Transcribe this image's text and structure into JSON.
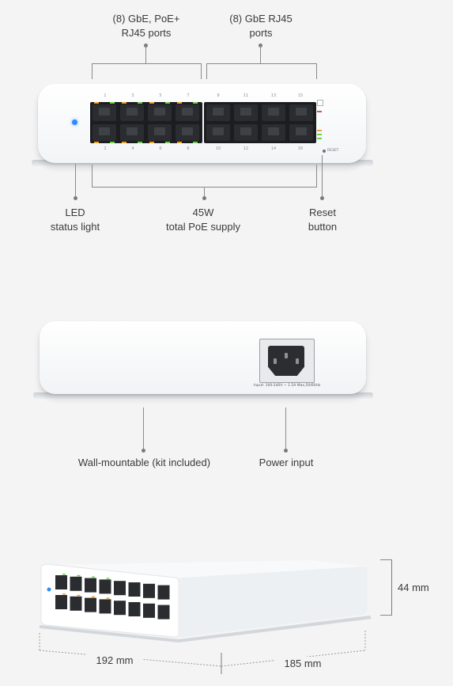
{
  "callouts": {
    "poe_ports": "(8) GbE, PoE+\nRJ45 ports",
    "rj45_ports": "(8) GbE RJ45\nports",
    "led": "LED\nstatus light",
    "poe_supply": "45W\ntotal PoE supply",
    "reset": "Reset\nbutton",
    "wall_mount": "Wall-mountable (kit included)",
    "power_input": "Power input"
  },
  "device_front": {
    "top_port_numbers": [
      "1",
      "3",
      "5",
      "7",
      "9",
      "11",
      "13",
      "15"
    ],
    "bottom_port_numbers": [
      "2",
      "4",
      "6",
      "8",
      "10",
      "12",
      "14",
      "16"
    ],
    "reset_label": "RESET"
  },
  "device_back": {
    "power_caption": "Input: 100-240V ~ 1.5A Max,50/60Hz"
  },
  "dimensions": {
    "width": "192 mm",
    "depth": "185 mm",
    "height": "44 mm"
  },
  "colors": {
    "background": "#f4f4f4",
    "status_led": "#2e8bff",
    "port_led_green": "#6ad24a",
    "port_led_orange": "#f0a02a"
  }
}
